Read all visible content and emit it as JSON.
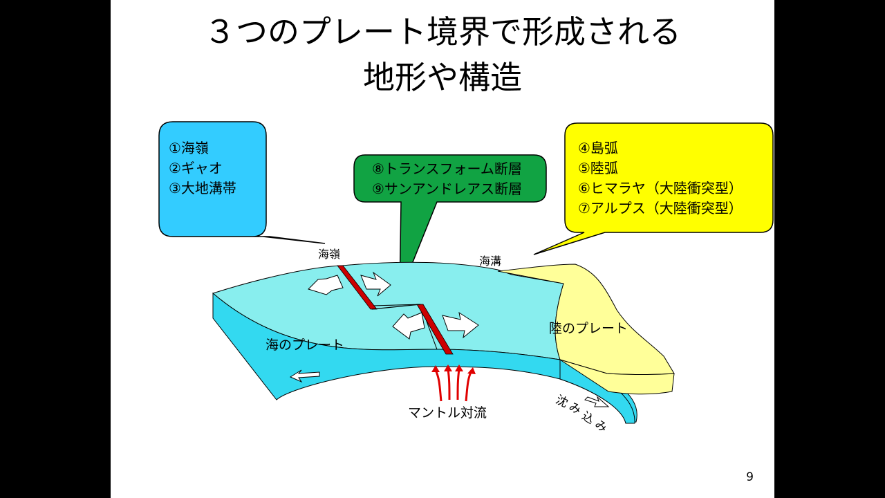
{
  "slide": {
    "title_line1": "３つのプレート境界で形成される",
    "title_line2": "地形や構造",
    "page_number": "9"
  },
  "callouts": {
    "blue": {
      "items": [
        "①海嶺",
        "②ギャオ",
        "③大地溝帯"
      ],
      "color": "#33ccff"
    },
    "green": {
      "items": [
        "⑧トランスフォーム断層",
        "⑨サンアンドレアス断層"
      ],
      "color": "#11a343"
    },
    "yellow": {
      "items": [
        "④島弧",
        "⑤陸弧",
        "⑥ヒマラヤ（大陸衝突型）",
        "⑦アルプス（大陸衝突型）"
      ],
      "color": "#ffff00"
    }
  },
  "diagram": {
    "label_ridge": "海嶺",
    "label_trench": "海溝",
    "label_ocean_plate": "海のプレート",
    "label_continental_plate": "陸のプレート",
    "label_mantle": "マントル対流",
    "label_sub_1": "沈",
    "label_sub_2": "み",
    "label_sub_3": "込",
    "label_sub_4": "み",
    "colors": {
      "ocean_top": "#88eeee",
      "ocean_side": "#33d9f0",
      "continent": "#ffff99",
      "fault": "#cc0000"
    }
  }
}
